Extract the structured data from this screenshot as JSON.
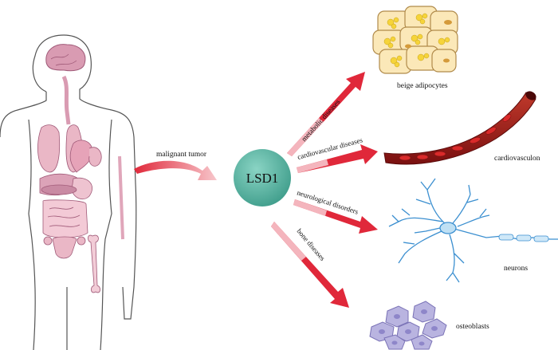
{
  "center": {
    "label": "LSD1",
    "color": "#5cb7a6"
  },
  "arrows": {
    "color": "#e0283a",
    "malignant": "malignant tumor",
    "metabolic": "metabolic diseases",
    "cardiovascular": "cardiovascular diseases",
    "neurological": "neurological disorders",
    "bone": "bone diseases"
  },
  "targets": {
    "beige": "beige adipocytes",
    "cardio": "cardiovasculon",
    "neurons": "neurons",
    "osteoblasts": "osteoblasts"
  }
}
